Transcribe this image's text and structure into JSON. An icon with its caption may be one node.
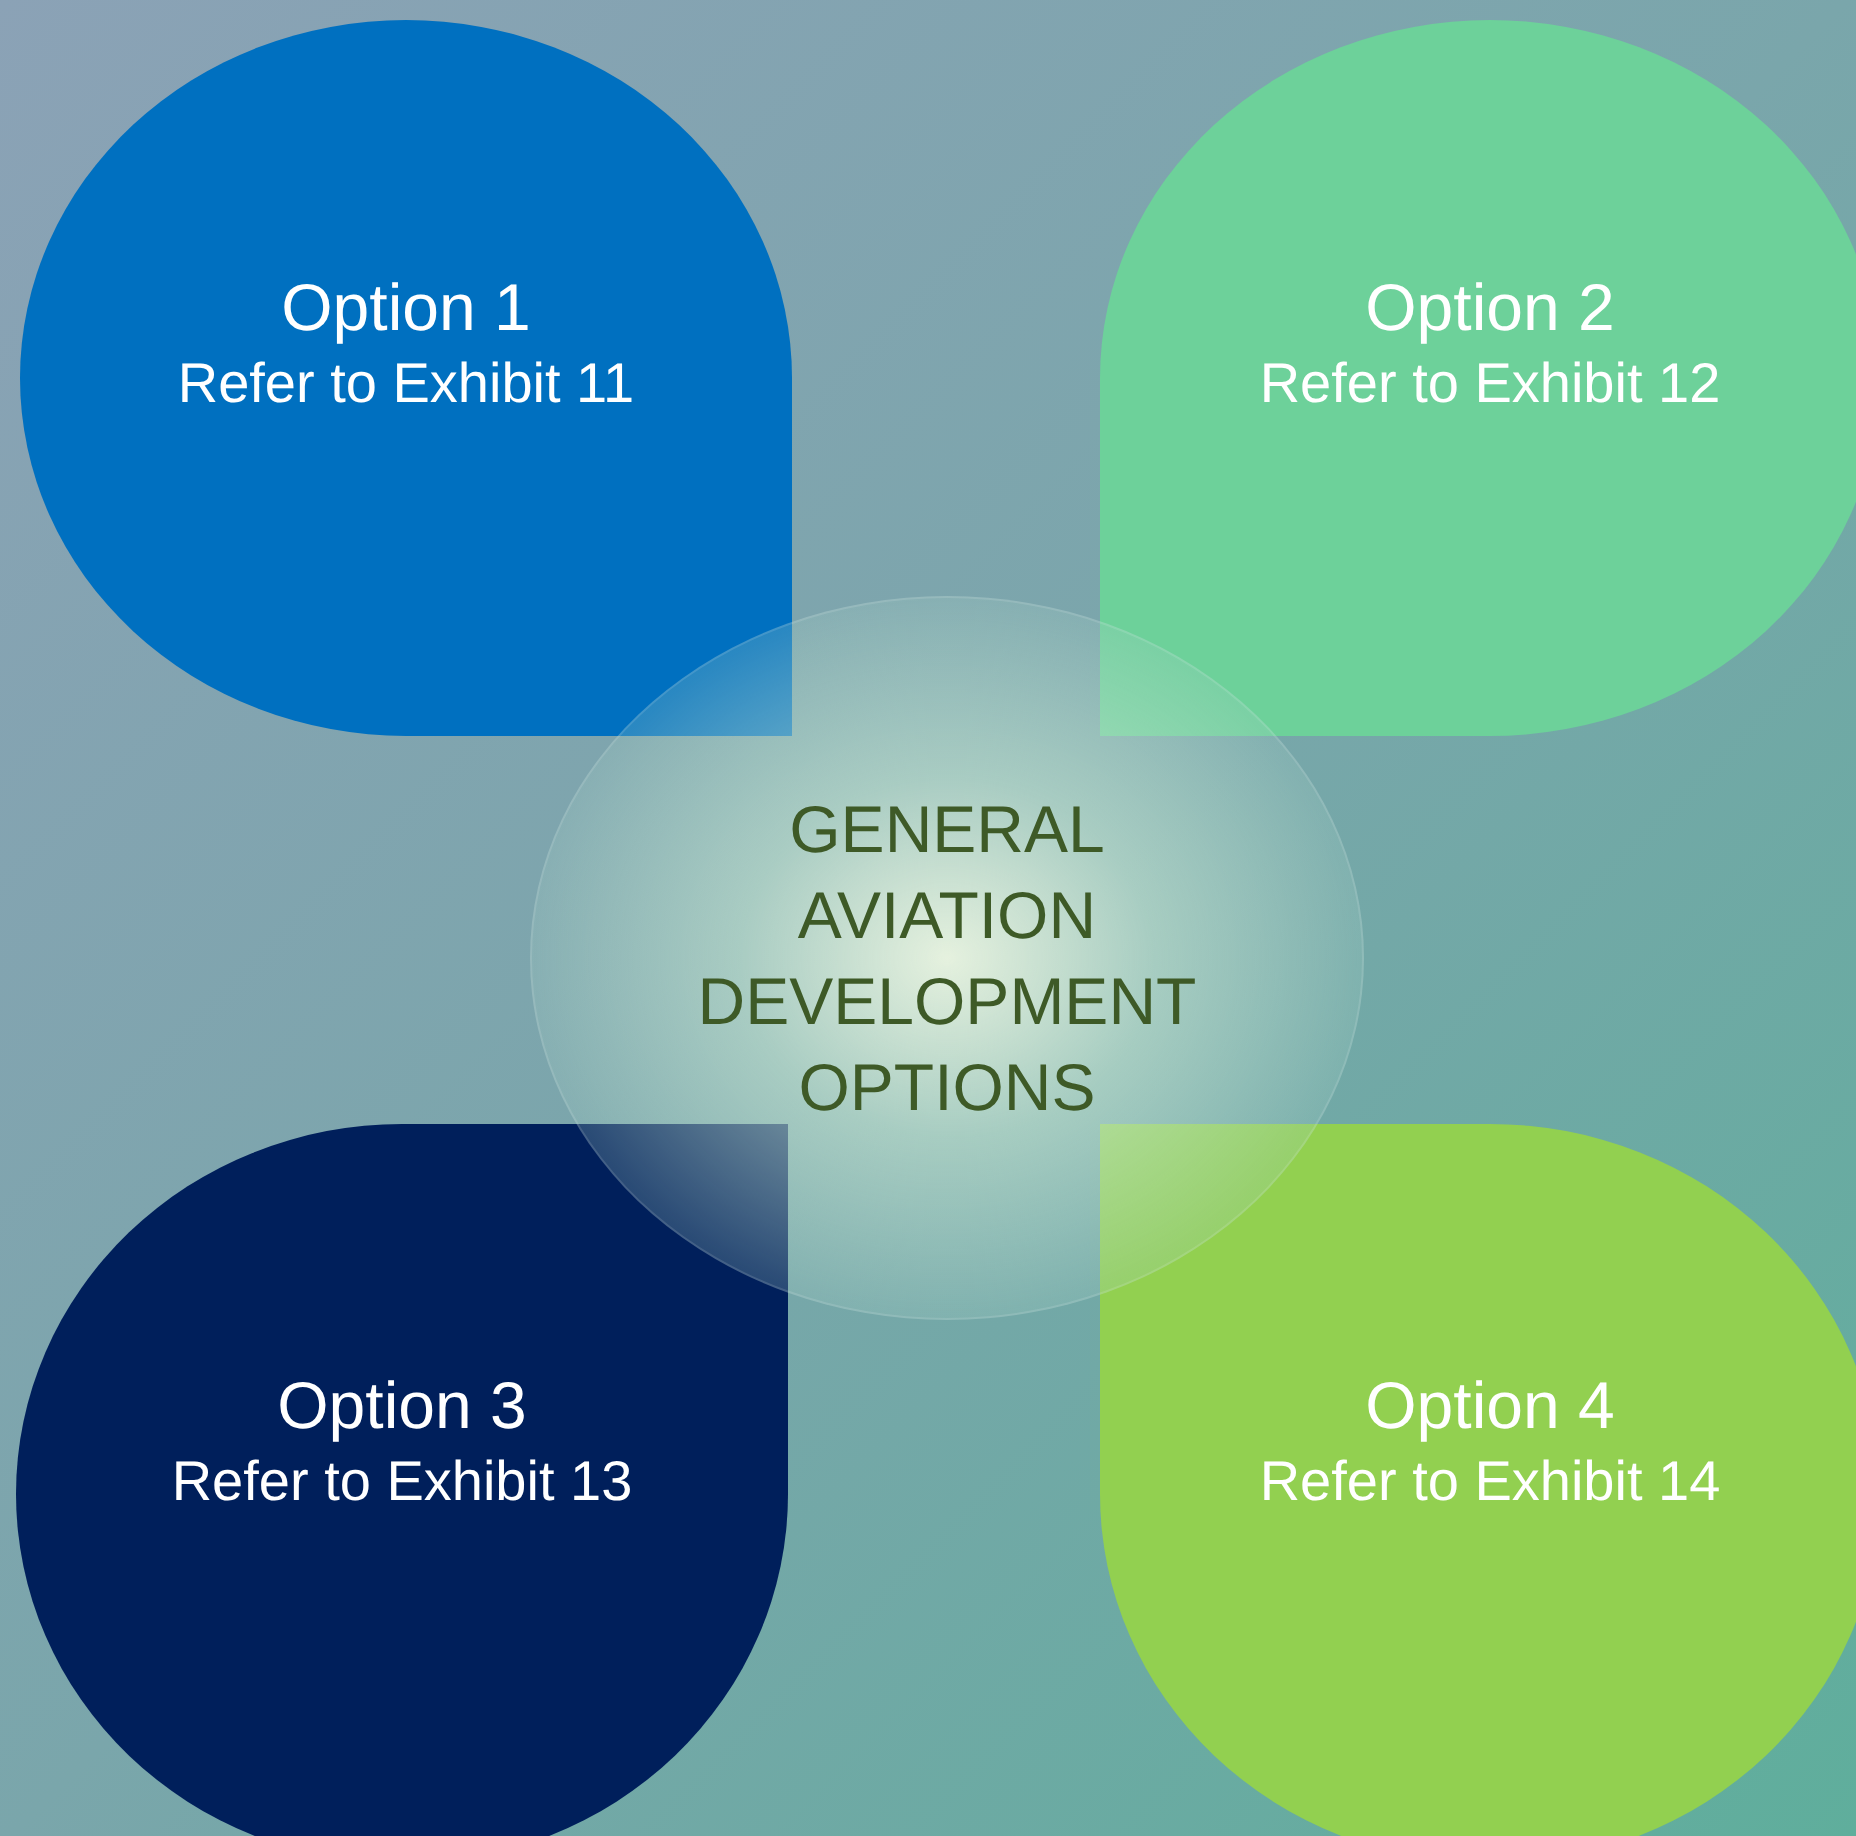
{
  "diagram": {
    "nodes": [
      {
        "text": [
          "Option 1",
          "Refer to Exhibit 11"
        ]
      },
      {
        "text": [
          "Option 2",
          "Refer to Exhibit 12"
        ]
      },
      {
        "text": [
          "GENERAL AVIATION DEVELOPMENT OPTIONS"
        ]
      },
      {
        "text": [
          "Option 3",
          "Refer to Exhibit 13"
        ]
      },
      {
        "text": [
          "Option 4",
          "Refer to Exhibit 14"
        ]
      }
    ],
    "edges": []
  }
}
